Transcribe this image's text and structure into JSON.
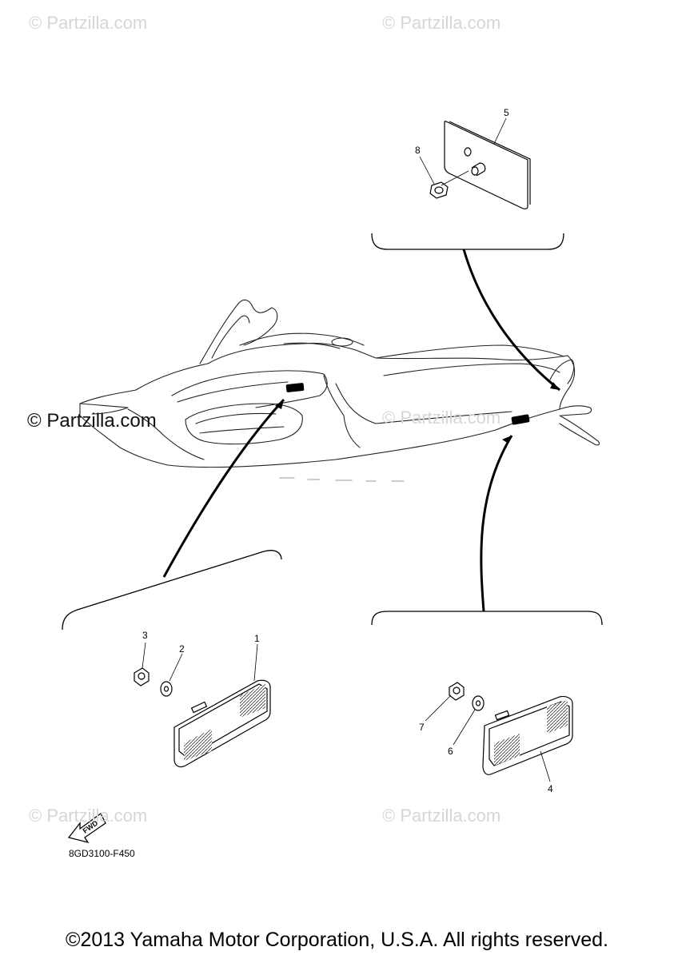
{
  "watermarks": {
    "text": "© Partzilla.com"
  },
  "callouts": {
    "c1": "1",
    "c2": "2",
    "c3": "3",
    "c4": "4",
    "c5": "5",
    "c6": "6",
    "c7": "7",
    "c8": "8"
  },
  "fwd_label": "FWD",
  "diagram_code": "8GD3100-F450",
  "copyright": "©2013 Yamaha Motor Corporation, U.S.A. All rights reserved."
}
